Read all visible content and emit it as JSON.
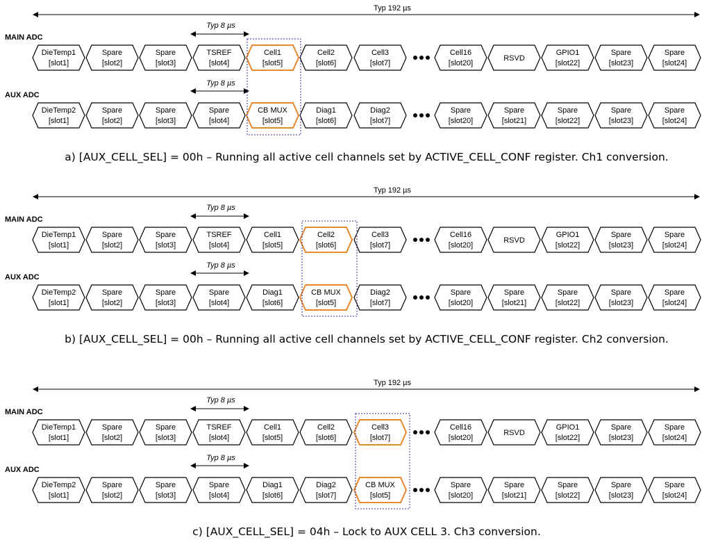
{
  "panels": [
    {
      "caption": "a) [AUX_CELL_SEL] = 00h – Running all active cell channels set by ACTIVE_CELL_CONF register. Ch1 conversion.",
      "total_label": "Typ 192 µs",
      "typ_label": "Typ 8 µs",
      "highlight_index": 4,
      "rows": [
        {
          "label": "MAIN ADC",
          "cells": [
            {
              "name": "DieTemp1",
              "slot": "[slot1]"
            },
            {
              "name": "Spare",
              "slot": "[slot2]"
            },
            {
              "name": "Spare",
              "slot": "[slot3]"
            },
            {
              "name": "TSREF",
              "slot": "[slot4]"
            },
            {
              "name": "Cell1",
              "slot": "[slot5]"
            },
            {
              "name": "Cell2",
              "slot": "[slot6]"
            },
            {
              "name": "Cell3",
              "slot": "[slot7]"
            },
            {
              "name": "Cell16",
              "slot": "[slot20]"
            },
            {
              "name": "RSVD",
              "slot": ""
            },
            {
              "name": "GPIO1",
              "slot": "[slot22]"
            },
            {
              "name": "Spare",
              "slot": "[slot23]"
            },
            {
              "name": "Spare",
              "slot": "[slot24]"
            }
          ]
        },
        {
          "label": "AUX ADC",
          "cells": [
            {
              "name": "DieTemp2",
              "slot": "[slot1]"
            },
            {
              "name": "Spare",
              "slot": "[slot2]"
            },
            {
              "name": "Spare",
              "slot": "[slot3]"
            },
            {
              "name": "Spare",
              "slot": "[slot4]"
            },
            {
              "name": "CB MUX",
              "slot": "[slot5]"
            },
            {
              "name": "Diag1",
              "slot": "[slot6]"
            },
            {
              "name": "Diag2",
              "slot": "[slot7]"
            },
            {
              "name": "Spare",
              "slot": "[slot20]"
            },
            {
              "name": "Spare",
              "slot": "[slot21]"
            },
            {
              "name": "Spare",
              "slot": "[slot22]"
            },
            {
              "name": "Spare",
              "slot": "[slot23]"
            },
            {
              "name": "Spare",
              "slot": "[slot24]"
            }
          ]
        }
      ]
    },
    {
      "caption": "b) [AUX_CELL_SEL] = 00h – Running all active cell channels set by ACTIVE_CELL_CONF register. Ch2 conversion.",
      "total_label": "Typ 192 µs",
      "typ_label": "Typ 8 µs",
      "highlight_index": 5,
      "rows": [
        {
          "label": "MAIN ADC",
          "cells": [
            {
              "name": "DieTemp1",
              "slot": "[slot1]"
            },
            {
              "name": "Spare",
              "slot": "[slot2]"
            },
            {
              "name": "Spare",
              "slot": "[slot3]"
            },
            {
              "name": "TSREF",
              "slot": "[slot4]"
            },
            {
              "name": "Cell1",
              "slot": "[slot5]"
            },
            {
              "name": "Cell2",
              "slot": "[slot6]"
            },
            {
              "name": "Cell3",
              "slot": "[slot7]"
            },
            {
              "name": "Cell16",
              "slot": "[slot20]"
            },
            {
              "name": "RSVD",
              "slot": ""
            },
            {
              "name": "GPIO1",
              "slot": "[slot22]"
            },
            {
              "name": "Spare",
              "slot": "[slot23]"
            },
            {
              "name": "Spare",
              "slot": "[slot24]"
            }
          ]
        },
        {
          "label": "AUX ADC",
          "cells": [
            {
              "name": "DieTemp2",
              "slot": "[slot1]"
            },
            {
              "name": "Spare",
              "slot": "[slot2]"
            },
            {
              "name": "Spare",
              "slot": "[slot3]"
            },
            {
              "name": "Spare",
              "slot": "[slot4]"
            },
            {
              "name": "Diag1",
              "slot": "[slot6]"
            },
            {
              "name": "CB MUX",
              "slot": "[slot5]"
            },
            {
              "name": "Diag2",
              "slot": "[slot7]"
            },
            {
              "name": "Spare",
              "slot": "[slot20]"
            },
            {
              "name": "Spare",
              "slot": "[slot21]"
            },
            {
              "name": "Spare",
              "slot": "[slot22]"
            },
            {
              "name": "Spare",
              "slot": "[slot23]"
            },
            {
              "name": "Spare",
              "slot": "[slot24]"
            }
          ]
        }
      ]
    },
    {
      "caption": "c) [AUX_CELL_SEL] = 04h – Lock to AUX CELL 3. Ch3 conversion.",
      "total_label": "Typ 192 µs",
      "typ_label": "Typ 8 µs",
      "highlight_index": 6,
      "rows": [
        {
          "label": "MAIN ADC",
          "cells": [
            {
              "name": "DieTemp1",
              "slot": "[slot1]"
            },
            {
              "name": "Spare",
              "slot": "[slot2]"
            },
            {
              "name": "Spare",
              "slot": "[slot3]"
            },
            {
              "name": "TSREF",
              "slot": "[slot4]"
            },
            {
              "name": "Cell1",
              "slot": "[slot5]"
            },
            {
              "name": "Cell2",
              "slot": "[slot6]"
            },
            {
              "name": "Cell3",
              "slot": "[slot7]"
            },
            {
              "name": "Cell16",
              "slot": "[slot20]"
            },
            {
              "name": "RSVD",
              "slot": ""
            },
            {
              "name": "GPIO1",
              "slot": "[slot22]"
            },
            {
              "name": "Spare",
              "slot": "[slot23]"
            },
            {
              "name": "Spare",
              "slot": "[slot24]"
            }
          ]
        },
        {
          "label": "AUX ADC",
          "cells": [
            {
              "name": "DieTemp2",
              "slot": "[slot1]"
            },
            {
              "name": "Spare",
              "slot": "[slot2]"
            },
            {
              "name": "Spare",
              "slot": "[slot3]"
            },
            {
              "name": "Spare",
              "slot": "[slot4]"
            },
            {
              "name": "Diag1",
              "slot": "[slot6]"
            },
            {
              "name": "Diag2",
              "slot": "[slot7]"
            },
            {
              "name": "CB MUX",
              "slot": "[slot5]"
            },
            {
              "name": "Spare",
              "slot": "[slot20]"
            },
            {
              "name": "Spare",
              "slot": "[slot21]"
            },
            {
              "name": "Spare",
              "slot": "[slot22]"
            },
            {
              "name": "Spare",
              "slot": "[slot23]"
            },
            {
              "name": "Spare",
              "slot": "[slot24]"
            }
          ]
        }
      ]
    }
  ],
  "colors": {
    "highlight_stroke": "#e8862a",
    "highlight_box": "#2b2fa8",
    "line": "#000000"
  }
}
